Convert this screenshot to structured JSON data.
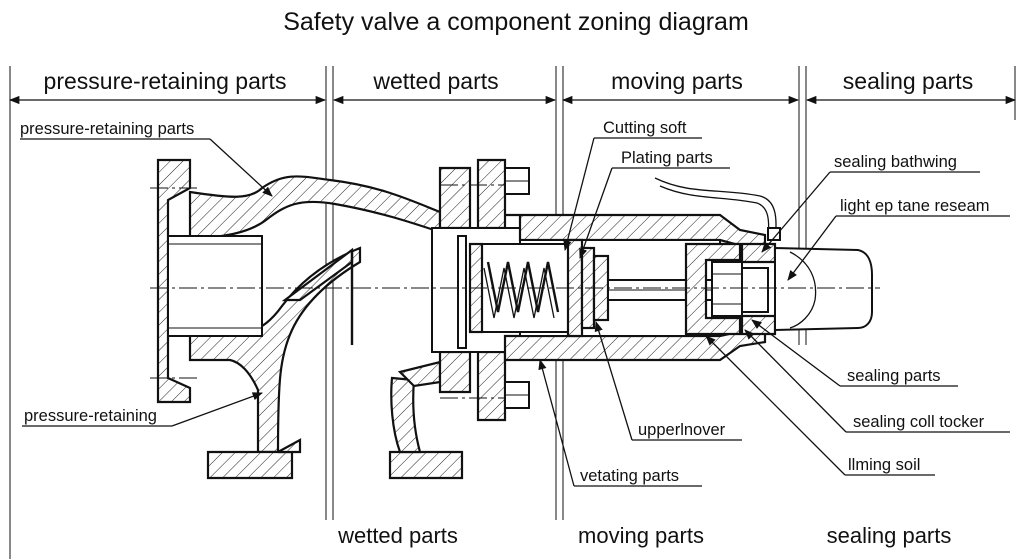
{
  "title": "Safety valve a component zoning diagram",
  "zones": {
    "pressure_retaining": "pressure-retaining parts",
    "wetted": "wetted parts",
    "moving": "moving parts",
    "sealing": "sealing parts"
  },
  "callouts": {
    "pressure_retaining_parts": "pressure-retaining parts",
    "pressure_retaining": "pressure-retaining",
    "cutting_soft": "Cutting soft",
    "plating_parts": "Plating parts",
    "sealing_bathwing": "sealing bathwing",
    "light_ep": "light ep tane reseam",
    "sealing_parts": "sealing parts",
    "sealing_coll_tocker": "sealing coll tocker",
    "lming_soil": "llming soil",
    "upper_inover": "upperlnover",
    "vetating_parts": "vetating parts"
  },
  "bottom_labels": {
    "wetted": "wetted parts",
    "moving": "moving parts",
    "sealing": "sealing parts"
  }
}
